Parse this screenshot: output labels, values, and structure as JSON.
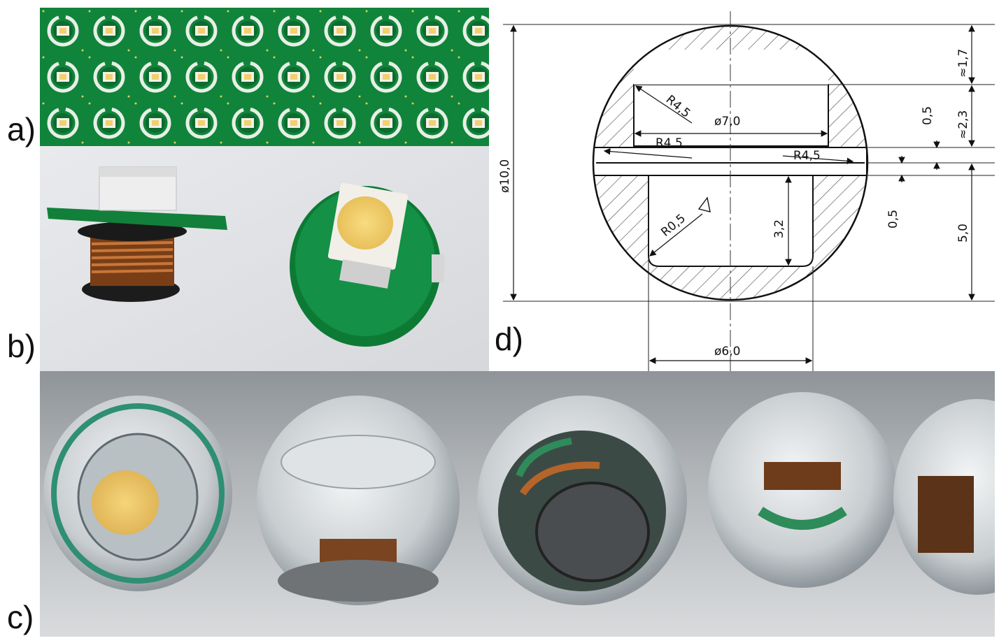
{
  "panels": {
    "a": {
      "label": "a)"
    },
    "b": {
      "label": "b)"
    },
    "c": {
      "label": "c)"
    },
    "d": {
      "label": "d)"
    }
  },
  "drawing": {
    "dims": {
      "d10": "ø10,0",
      "d7": "ø7,0",
      "d6": "ø6,0",
      "r45a": "R4,5",
      "r45b": "R4.5",
      "r45c": "R4,5",
      "r05": "R0,5",
      "h32": "3,2",
      "h05a": "0,5",
      "h05b": "0,5",
      "h50": "5,0",
      "h17": "≈1,7",
      "h23": "≈2,3"
    }
  },
  "colors": {
    "pcb_green": "#0f8a3a",
    "led_yellow": "#f2cf6a",
    "copper": "#b5652a",
    "background": "#ffffff"
  }
}
